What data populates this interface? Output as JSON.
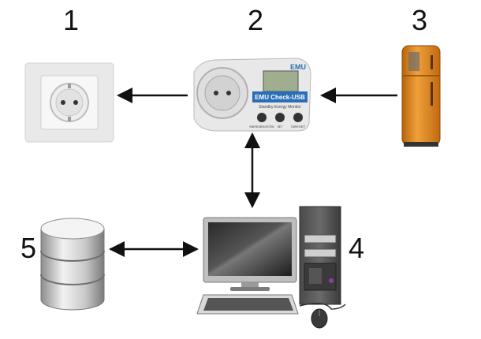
{
  "diagram": {
    "nodes": [
      {
        "id": "socket",
        "number": "1",
        "icon": "wall-socket-icon"
      },
      {
        "id": "meter",
        "number": "2",
        "icon": "energy-meter-icon",
        "brand": "EMU",
        "model": "EMU Check-USB",
        "subtitle": "Standby Energy Monitor",
        "buttons": [
          "ENERGIE/KOSTEN",
          "SET",
          "TARIF/ZEIT"
        ]
      },
      {
        "id": "fridge",
        "number": "3",
        "icon": "refrigerator-icon"
      },
      {
        "id": "computer",
        "number": "4",
        "icon": "desktop-computer-icon"
      },
      {
        "id": "database",
        "number": "5",
        "icon": "database-icon"
      }
    ],
    "edges": [
      {
        "from": "meter",
        "to": "socket",
        "direction": "forward"
      },
      {
        "from": "fridge",
        "to": "meter",
        "direction": "forward"
      },
      {
        "from": "meter",
        "to": "computer",
        "direction": "both"
      },
      {
        "from": "database",
        "to": "computer",
        "direction": "both"
      }
    ]
  },
  "colors": {
    "fridge": "#e38a1c",
    "meter_accent": "#2a6fb5",
    "arrow": "#111111"
  }
}
